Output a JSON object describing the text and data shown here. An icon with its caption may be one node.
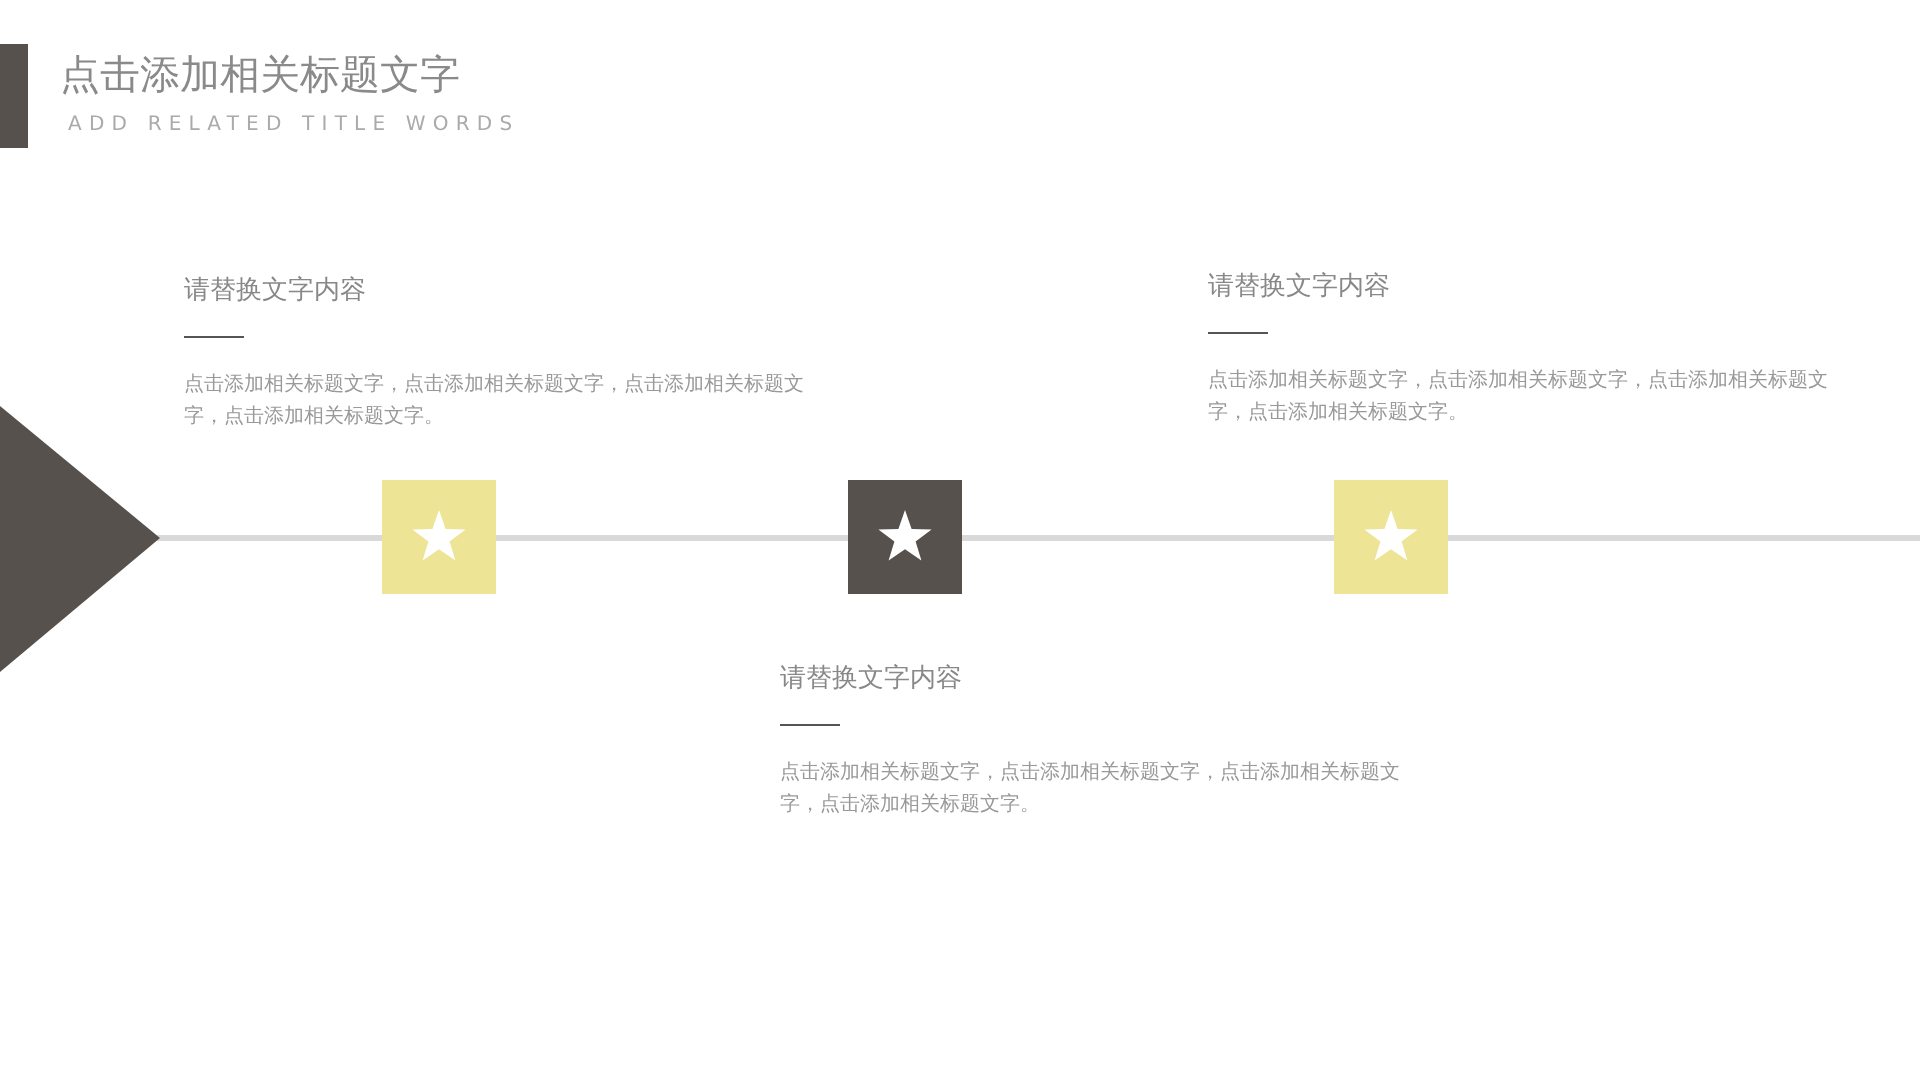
{
  "diagram": {
    "title": "点击添加相关标题文字",
    "nodes": [
      {
        "text": [
          "请替换文字内容",
          "点击添加相关标题文字，点击添加相关标题文字，点击添加相关标题文字，点击添加相关标题文字。"
        ]
      },
      {
        "text": [
          "请替换文字内容",
          "点击添加相关标题文字，点击添加相关标题文字，点击添加相关标题文字，点击添加相关标题文字。"
        ]
      },
      {
        "text": [
          "请替换文字内容",
          "点击添加相关标题文字，点击添加相关标题文字，点击添加相关标题文字，点击添加相关标题文字。"
        ]
      },
      {
        "text": [],
        "shape": "triangle"
      }
    ],
    "labels": [
      "ADD RELATED TITLE WORDS"
    ]
  }
}
